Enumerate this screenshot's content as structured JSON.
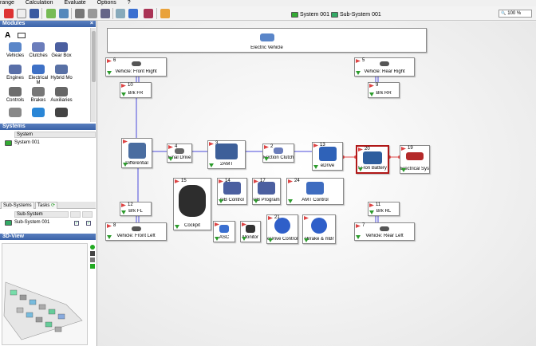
{
  "menu": [
    "range",
    "Calculation",
    "Evaluate",
    "Options",
    "?"
  ],
  "toolbar": {
    "system_tab": "System 001",
    "subsystem_tab": "Sub-System 001",
    "zoom": "100 %"
  },
  "modules": {
    "title": "Modules",
    "close": "×",
    "items": [
      "Vehicles",
      "Clutches",
      "Gear Box",
      "Engines",
      "Electrical M",
      "Hybrid Mo",
      "Controls",
      "Brakes",
      "Auxiliaries",
      "",
      "",
      ""
    ]
  },
  "systems": {
    "title": "Systems",
    "header": "System",
    "rows": [
      "System 001"
    ]
  },
  "subsystems": {
    "tabs": [
      "Sub-Systems",
      "Tasks"
    ],
    "header": "Sub-System",
    "rows": [
      "Sub-System 001"
    ]
  },
  "view3d": {
    "title": "3D-View"
  },
  "diagram": {
    "main": "Electric Vehicle",
    "blocks": [
      {
        "num": "6",
        "label": "Vehicle: Front Right"
      },
      {
        "num": "5",
        "label": "Vehicle: Rear Right"
      },
      {
        "num": "10",
        "label": "Brk FR"
      },
      {
        "num": "9",
        "label": "Brk RR"
      },
      {
        "num": "",
        "label": "Differential"
      },
      {
        "num": "4",
        "label": "Final Drive"
      },
      {
        "num": "3",
        "label": "2AMT"
      },
      {
        "num": "2",
        "label": "Friction Clutch"
      },
      {
        "num": "13",
        "label": "eDrive"
      },
      {
        "num": "20",
        "label": "Li-Ion Battery"
      },
      {
        "num": "19",
        "label": "Electrical Sys"
      },
      {
        "num": "15",
        "label": "Cockpit"
      },
      {
        "num": "14",
        "label": "GB Control"
      },
      {
        "num": "17",
        "label": "GB Program"
      },
      {
        "num": "24",
        "label": "AMT Control"
      },
      {
        "num": "12",
        "label": "Brk FL"
      },
      {
        "num": "11",
        "label": "Brk RL"
      },
      {
        "num": "8",
        "label": "Vehicle: Front Left"
      },
      {
        "num": "7",
        "label": "Vehicle: Rear Left"
      },
      {
        "num": "",
        "label": "ASC"
      },
      {
        "num": "",
        "label": "Monitor"
      },
      {
        "num": "21",
        "label": "eDrive Control"
      },
      {
        "num": "",
        "label": "eBrake & mBr"
      }
    ]
  },
  "colors": {
    "accent": "#3b63a8",
    "mechanical_link": "#4a4adb",
    "electrical_link": "#e04a4a",
    "selected": "#b01818"
  }
}
